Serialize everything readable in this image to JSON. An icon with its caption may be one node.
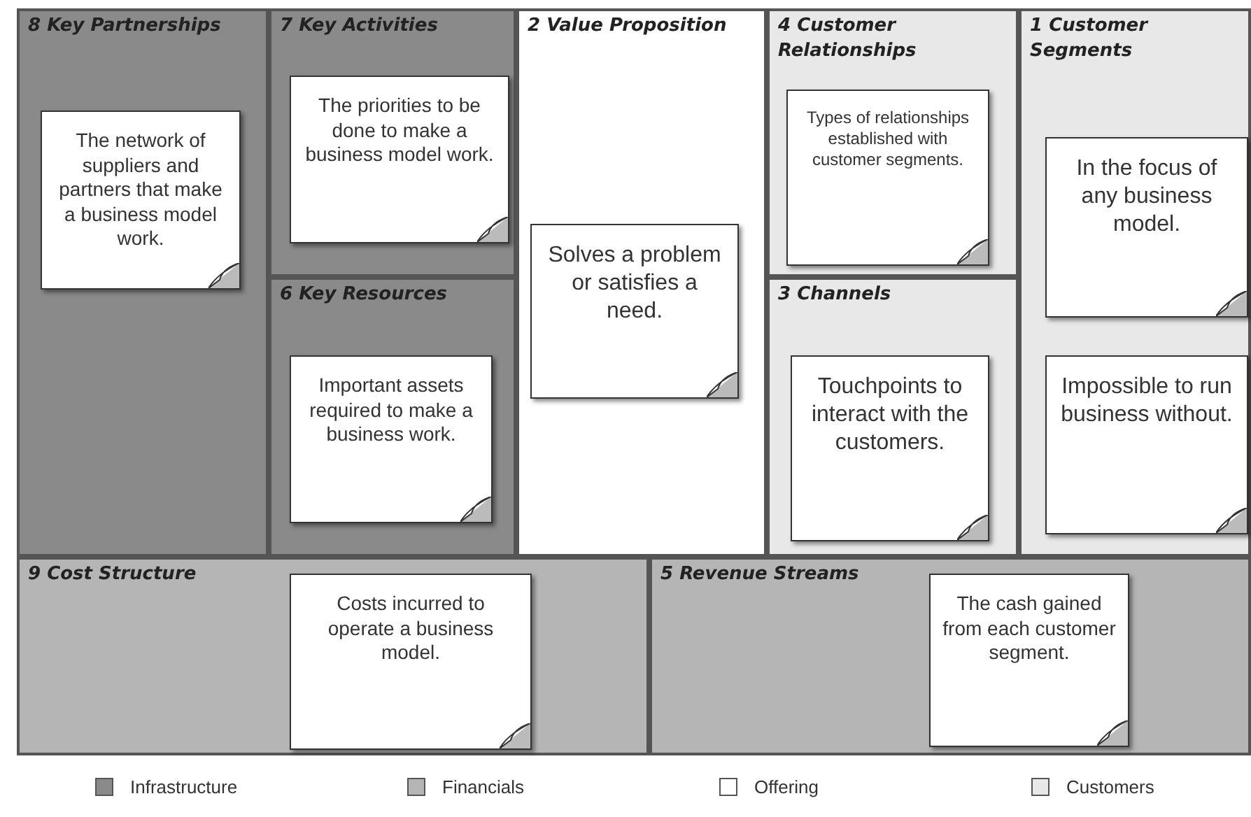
{
  "diagram": {
    "nodes": [
      {
        "text": [
          "8 Key Partnerships"
        ]
      },
      {
        "text": [
          "The network of suppliers and partners that make a business model work."
        ],
        "in": 0
      },
      {
        "text": [
          "7 Key Activities"
        ]
      },
      {
        "text": [
          "The priorities to be done to make a business model work."
        ],
        "in": 2
      },
      {
        "text": [
          "6 Key Resources"
        ]
      },
      {
        "text": [
          "Important assets required to make a business work."
        ],
        "in": 4
      },
      {
        "text": [
          "2 Value Proposition"
        ]
      },
      {
        "text": [
          "Solves a problem or satisfies a need."
        ],
        "in": 6
      },
      {
        "text": [
          "4 Customer Relationships"
        ]
      },
      {
        "text": [
          "Types of relationships established with customer segments."
        ],
        "in": 8
      },
      {
        "text": [
          "3 Channels"
        ]
      },
      {
        "text": [
          "Touchpoints to interact with the customers."
        ],
        "in": 10
      },
      {
        "text": [
          "1 Customer Segments"
        ]
      },
      {
        "text": [
          "In the focus of any business model."
        ],
        "in": 12
      },
      {
        "text": [
          "Impossible to run business without."
        ],
        "in": 12
      },
      {
        "text": [
          "9 Cost Structure"
        ]
      },
      {
        "text": [
          "Costs incurred to operate a business model."
        ],
        "in": 15
      },
      {
        "text": [
          "5 Revenue Streams"
        ]
      },
      {
        "text": [
          "The cash gained from each customer segment."
        ],
        "in": 17
      }
    ],
    "legend": [
      {
        "text": "Infrastructure",
        "color": "#8a8a8a"
      },
      {
        "text": "Financials",
        "color": "#b5b5b5"
      },
      {
        "text": "Offering",
        "color": "#ffffff"
      },
      {
        "text": "Customers",
        "color": "#e8e8e8"
      }
    ]
  }
}
